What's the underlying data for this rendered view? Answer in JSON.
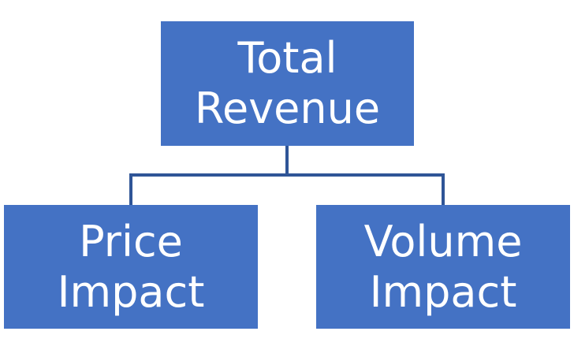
{
  "colors": {
    "node_fill": "#4472c4",
    "node_text": "#ffffff",
    "connector": "#2f5597"
  },
  "root": {
    "line1": "Total",
    "line2": "Revenue"
  },
  "children": [
    {
      "line1": "Price",
      "line2": "Impact"
    },
    {
      "line1": "Volume",
      "line2": "Impact"
    }
  ]
}
